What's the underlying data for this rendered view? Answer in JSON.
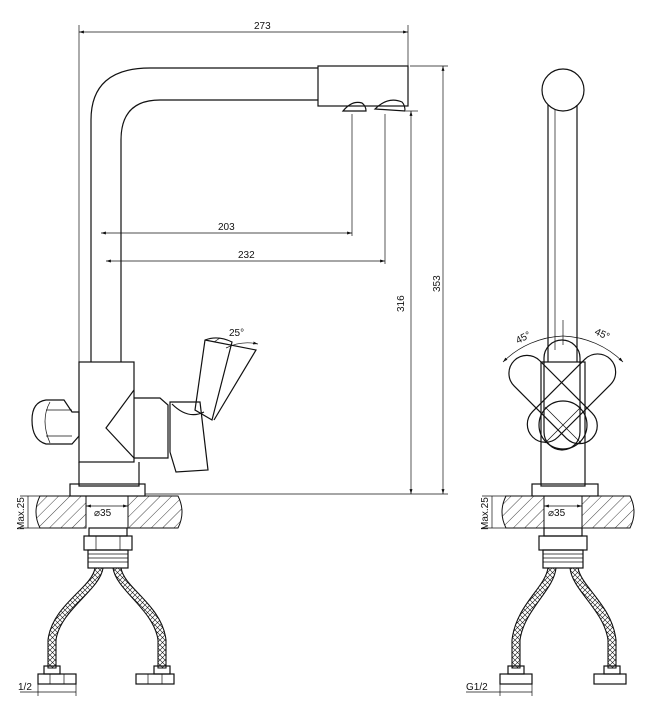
{
  "dimensions": {
    "spout_reach_total": "273",
    "outlet_reach_a": "203",
    "outlet_reach_b": "232",
    "overall_height": "353",
    "outlet_height": "316",
    "handle_angle": "25°",
    "base_diameter": "⌀35",
    "max_counter": "Max.25",
    "thread_left": "1/2",
    "side_angle_left": "45°",
    "side_angle_right": "45°",
    "side_base_diameter": "⌀35",
    "side_max_counter": "Max.25",
    "side_thread": "G1/2"
  }
}
